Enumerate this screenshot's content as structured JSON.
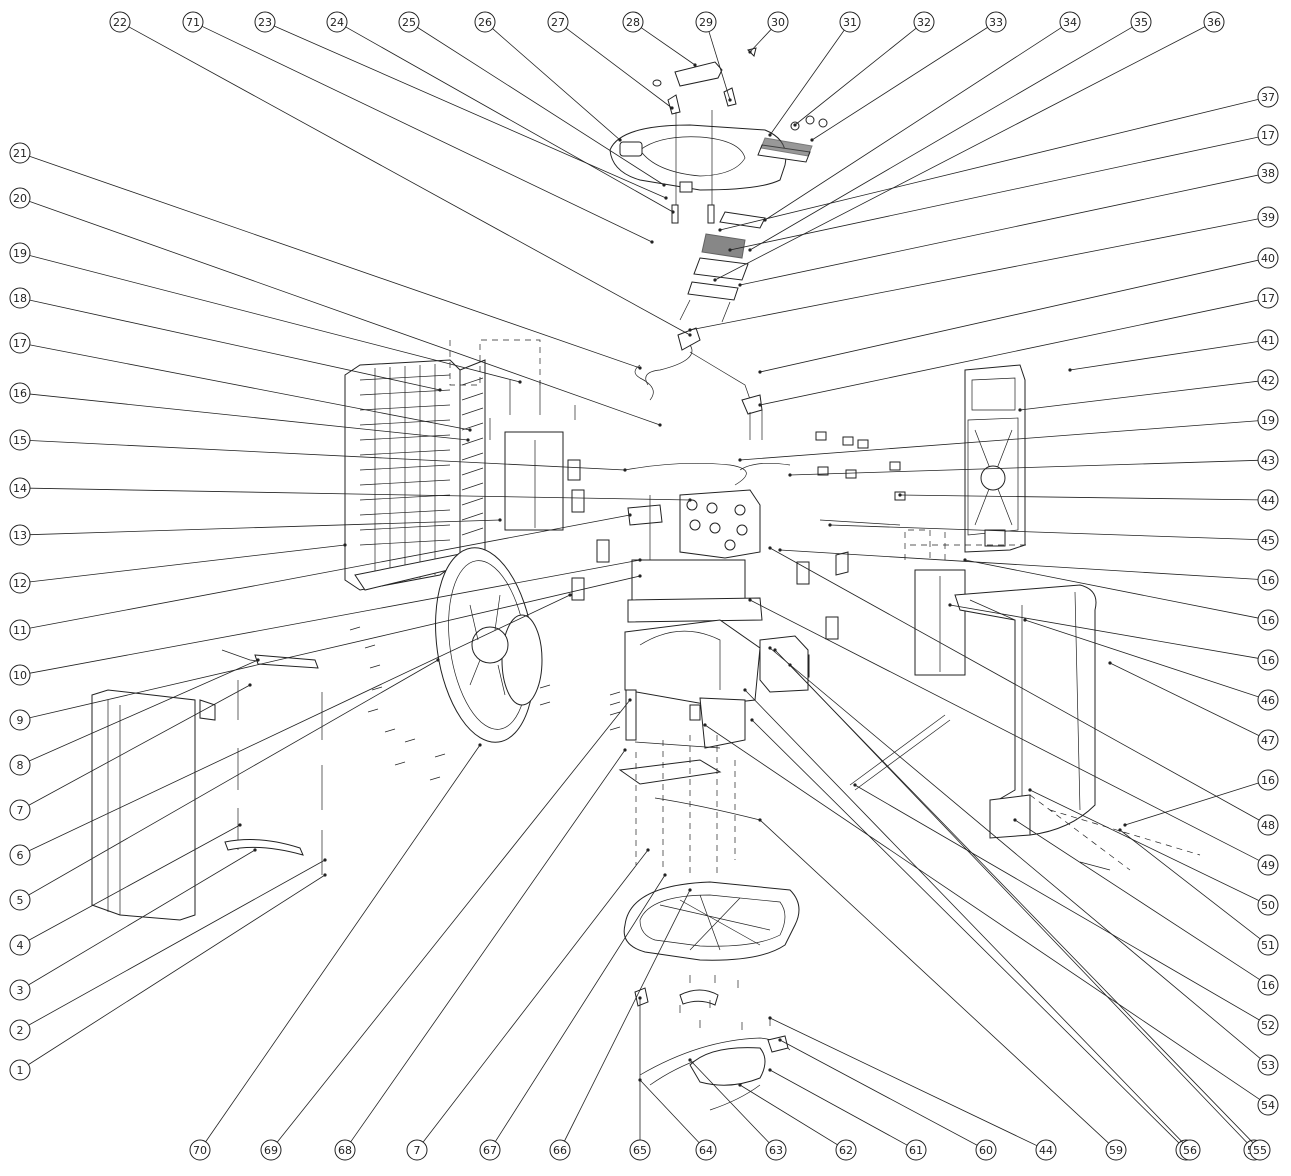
{
  "diagram": {
    "callouts_top": [
      "22",
      "71",
      "23",
      "24",
      "25",
      "26",
      "27",
      "28",
      "29",
      "30",
      "31",
      "32",
      "33",
      "34",
      "35",
      "36"
    ],
    "callouts_left": [
      "21",
      "20",
      "19",
      "18",
      "17",
      "16",
      "15",
      "14",
      "13",
      "12",
      "11",
      "10",
      "9",
      "8",
      "7",
      "6",
      "5",
      "4",
      "3",
      "2",
      "1"
    ],
    "callouts_right": [
      "37",
      "17",
      "38",
      "39",
      "40",
      "17",
      "41",
      "42",
      "19",
      "43",
      "44",
      "45",
      "16",
      "16",
      "16",
      "46",
      "47",
      "16",
      "48",
      "49",
      "50",
      "51",
      "16",
      "52",
      "53",
      "54"
    ],
    "callouts_bottom": [
      "70",
      "69",
      "68",
      "7",
      "67",
      "66",
      "65",
      "64",
      "63",
      "62",
      "61",
      "60",
      "44",
      "59",
      "58",
      "57",
      "56",
      "55"
    ]
  }
}
